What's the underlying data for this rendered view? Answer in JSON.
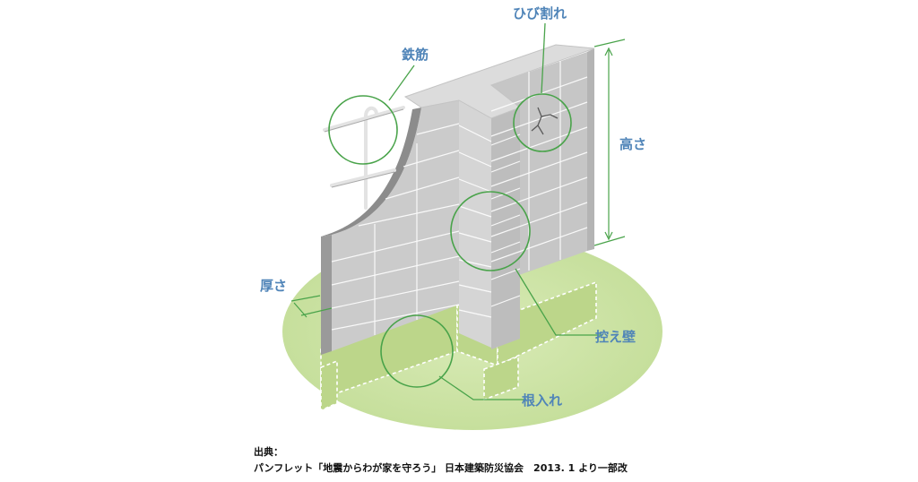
{
  "labels": {
    "rebar": "鉄筋",
    "crack": "ひび割れ",
    "height": "高さ",
    "thickness": "厚さ",
    "buttress": "控え壁",
    "footing": "根入れ"
  },
  "source": {
    "heading": "出典：",
    "citation": "パンフレット「地震からわが家を守ろう」 日本建築防災協会　2013. 1 より一部改"
  },
  "colors": {
    "label_text": "#4f84b8",
    "callout_circle": "#49a34a",
    "ground": "#cfe4a9",
    "wall_face": "#c9c9c9",
    "wall_top": "#d7d7d7",
    "wall_section": "#8a8a8a"
  }
}
